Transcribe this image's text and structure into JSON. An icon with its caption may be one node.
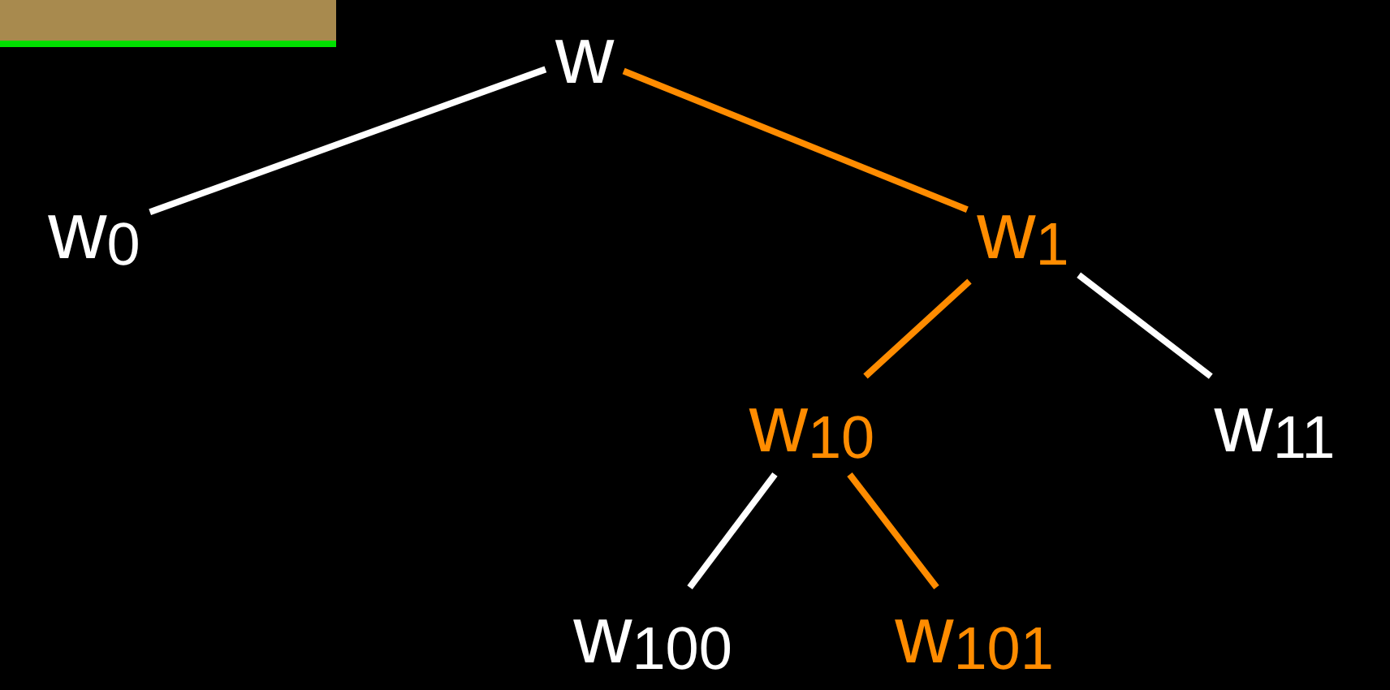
{
  "diagram": {
    "nodes": [
      {
        "text": [
          "w"
        ]
      },
      {
        "text": [
          "w$_{0}$"
        ]
      },
      {
        "text": [
          "w$_{1}$"
        ]
      },
      {
        "text": [
          "w$_{10}$"
        ]
      },
      {
        "text": [
          "w$_{11}$"
        ]
      },
      {
        "text": [
          "w$_{100}$"
        ]
      },
      {
        "text": [
          "w$_{101}$"
        ]
      }
    ],
    "edges": [
      {
        "from": 0,
        "to": 1,
        "arrow": "none"
      },
      {
        "from": 0,
        "to": 2,
        "arrow": "none",
        "color": "#ff8c00"
      },
      {
        "from": 2,
        "to": 3,
        "arrow": "none",
        "color": "#ff8c00"
      },
      {
        "from": 2,
        "to": 4,
        "arrow": "none"
      },
      {
        "from": 3,
        "to": 5,
        "arrow": "none"
      },
      {
        "from": 3,
        "to": 6,
        "arrow": "none",
        "color": "#ff8c00"
      }
    ]
  }
}
